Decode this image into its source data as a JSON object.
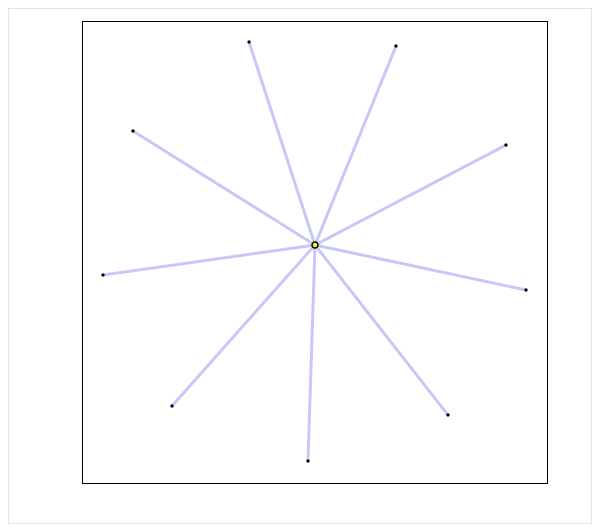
{
  "diagram": {
    "type": "star-graph",
    "hub": {
      "id": "center",
      "fill": "#ffff00",
      "stroke": "#000000"
    },
    "leaves": [
      {
        "id": "n1"
      },
      {
        "id": "n2"
      },
      {
        "id": "n3"
      },
      {
        "id": "n4"
      },
      {
        "id": "n5"
      },
      {
        "id": "n6"
      },
      {
        "id": "n7"
      },
      {
        "id": "n8"
      },
      {
        "id": "n9"
      },
      {
        "id": "n10"
      }
    ],
    "edge_color": "#c8c8f8",
    "node_color": "#000000",
    "frame_color": "#000000"
  }
}
